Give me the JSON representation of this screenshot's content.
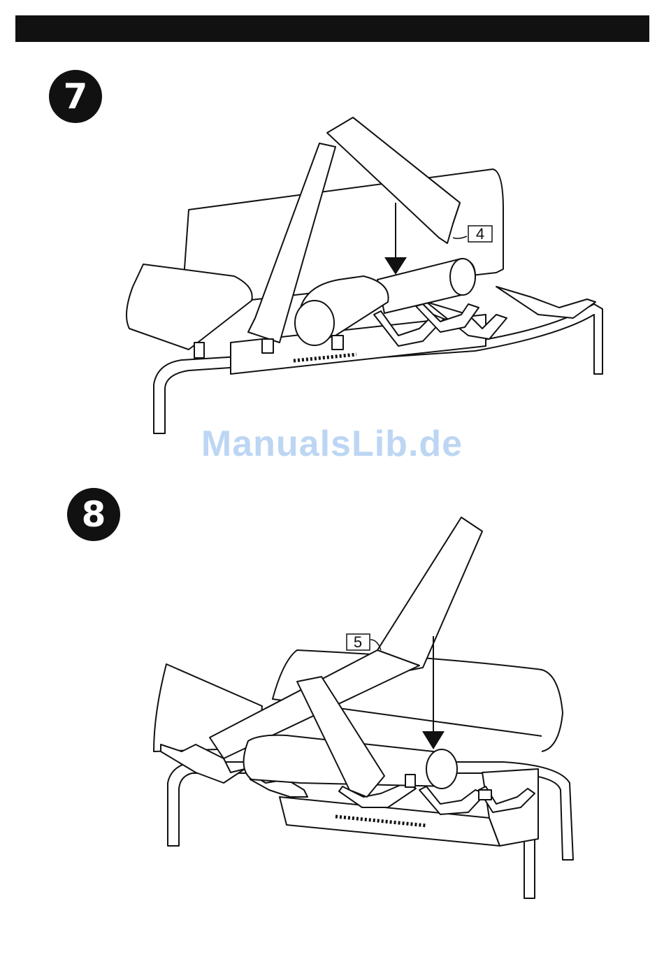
{
  "header": {
    "bar_color": "#111111"
  },
  "steps": [
    {
      "number": "7",
      "part_label": "4"
    },
    {
      "number": "8",
      "part_label": "5"
    }
  ],
  "watermark": {
    "text": "ManualsLib.de",
    "color": "#bcd6f3"
  }
}
